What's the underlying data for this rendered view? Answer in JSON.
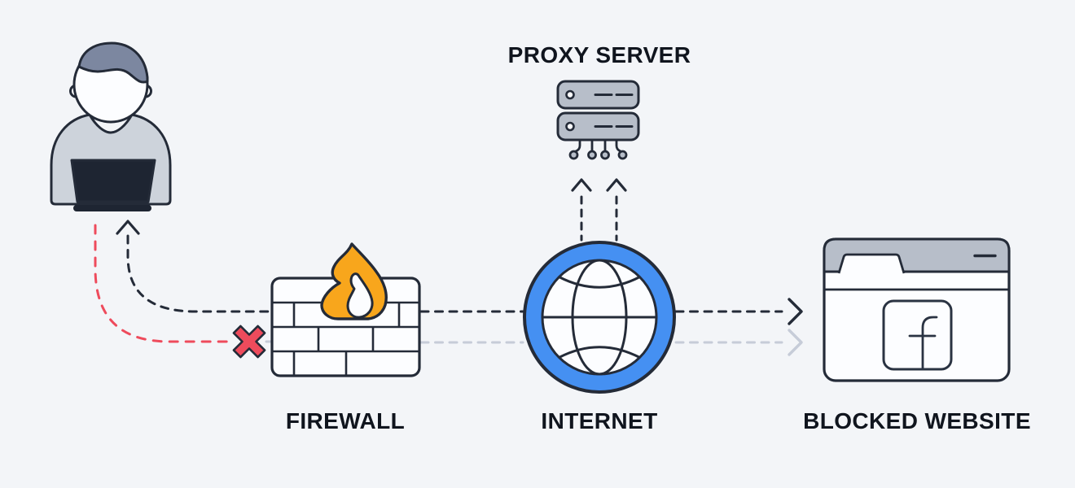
{
  "background_color": "#f3f5f8",
  "colors": {
    "outline": "#242b38",
    "text": "#10151e",
    "blocked_red": "#ee4b5c",
    "globe_blue": "#4590f2",
    "flame_orange": "#f8a61c",
    "panel_gray": "#b7bec9",
    "muted_dash_gray": "#c6ccd8",
    "shirt_gray": "#cdd3db",
    "hair_gray": "#7c87a0",
    "laptop_dark": "#1e2532",
    "surface_white": "#fcfdff"
  },
  "nodes": {
    "proxy_server": {
      "label": "PROXY SERVER",
      "icon": "server-stack-icon"
    },
    "firewall": {
      "label": "FIREWALL",
      "icon": "firewall-brick-flame-icon"
    },
    "internet": {
      "label": "INTERNET",
      "icon": "globe-icon"
    },
    "blocked_website": {
      "label": "BLOCKED WEBSITE",
      "icon": "browser-window-facebook-icon"
    },
    "user": {
      "icon": "user-at-laptop-icon"
    }
  },
  "routes": {
    "proxy_route": "dashed black: user - firewall - internet - proxy server - website",
    "direct_route": "dashed red: user to firewall, blocked (x-mark), continues muted gray to website"
  }
}
